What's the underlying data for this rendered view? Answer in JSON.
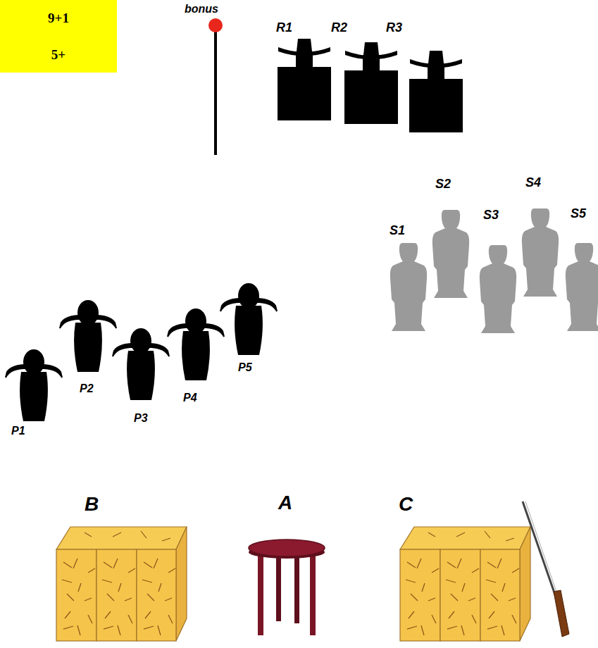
{
  "diagram": {
    "nodes": [
      {
        "text": [
          "9+1",
          "5+"
        ]
      }
    ],
    "labels": [
      "bonus",
      "R1",
      "R2",
      "R3",
      "S1",
      "S2",
      "S3",
      "S4",
      "S5",
      "P1",
      "P2",
      "P3",
      "P4",
      "P5",
      "B",
      "A",
      "C"
    ]
  }
}
